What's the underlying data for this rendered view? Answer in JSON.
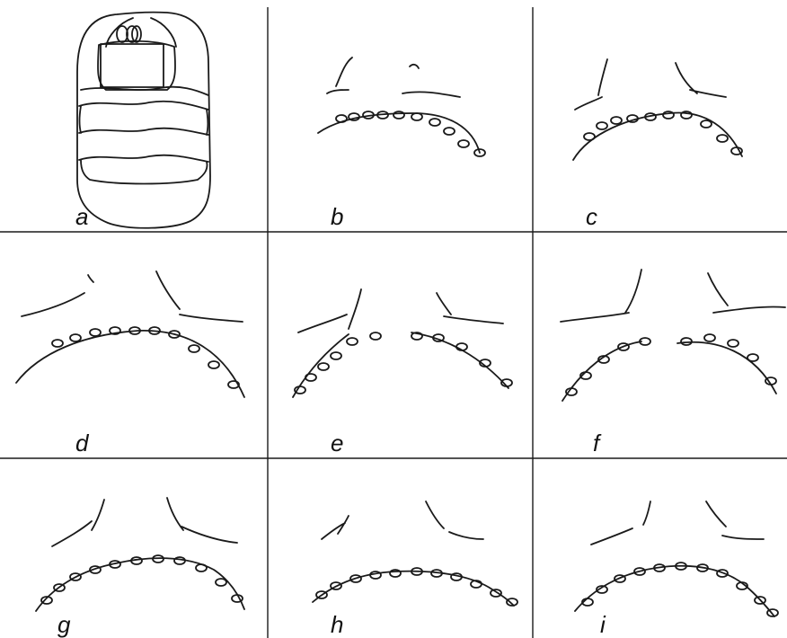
{
  "figure": {
    "ink_color": "#1a1a1a",
    "background": "#ffffff",
    "panels": [
      {
        "id": "a",
        "label": "a",
        "kind": "overview"
      },
      {
        "id": "b",
        "label": "b",
        "kind": "section"
      },
      {
        "id": "c",
        "label": "c",
        "kind": "section"
      },
      {
        "id": "d",
        "label": "d",
        "kind": "section"
      },
      {
        "id": "e",
        "label": "e",
        "kind": "section"
      },
      {
        "id": "f",
        "label": "f",
        "kind": "section"
      },
      {
        "id": "g",
        "label": "g",
        "kind": "section"
      },
      {
        "id": "h",
        "label": "h",
        "kind": "section"
      },
      {
        "id": "i",
        "label": "i",
        "kind": "section"
      }
    ]
  }
}
